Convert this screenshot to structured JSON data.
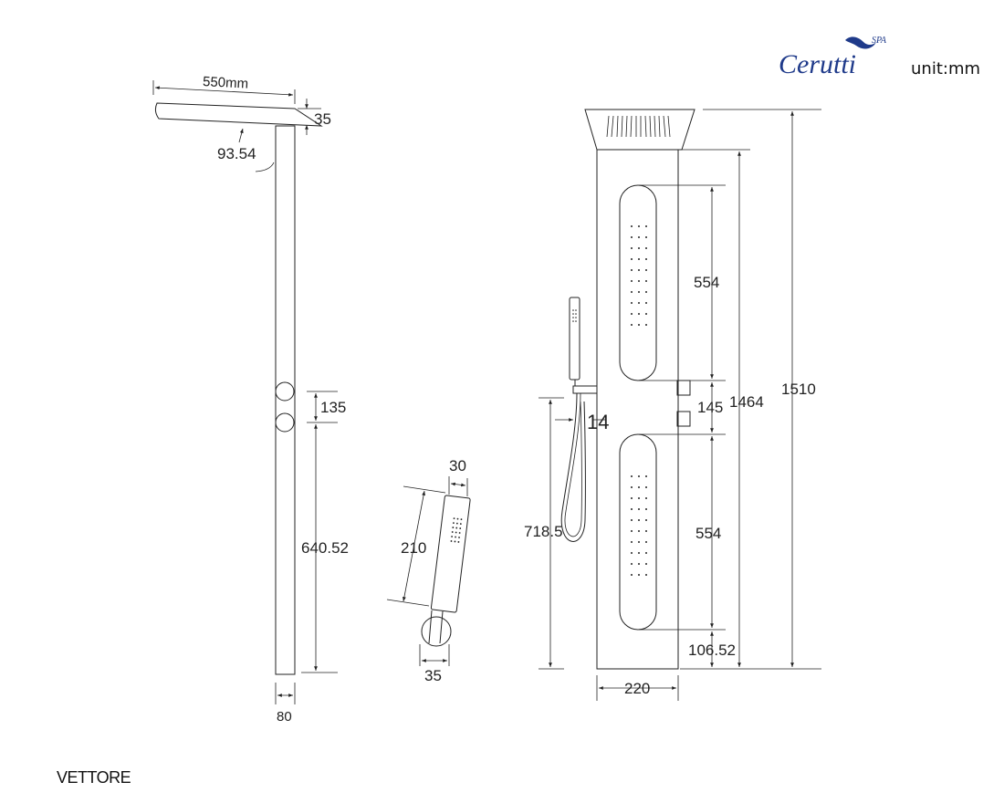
{
  "brand": {
    "name": "Cerutti",
    "suffix": "SPA"
  },
  "unit_label": "unit:mm",
  "model_name": "VETTORE",
  "side_view": {
    "arm_length": "550mm",
    "arm_thickness": "35",
    "arm_angle": "93.54",
    "knob_spacing": "135",
    "knob_height": "640.52",
    "column_depth": "80"
  },
  "hand_shower": {
    "width": "30",
    "length": "210",
    "holder_width": "35"
  },
  "front_view": {
    "hose_height": "718.5",
    "holder_offset": "14",
    "jet_panel_top": "554",
    "control_spacing": "145",
    "jet_panel_bottom": "554",
    "bottom_offset": "106.52",
    "column_height": "1464",
    "total_height": "1510",
    "column_width": "220"
  }
}
